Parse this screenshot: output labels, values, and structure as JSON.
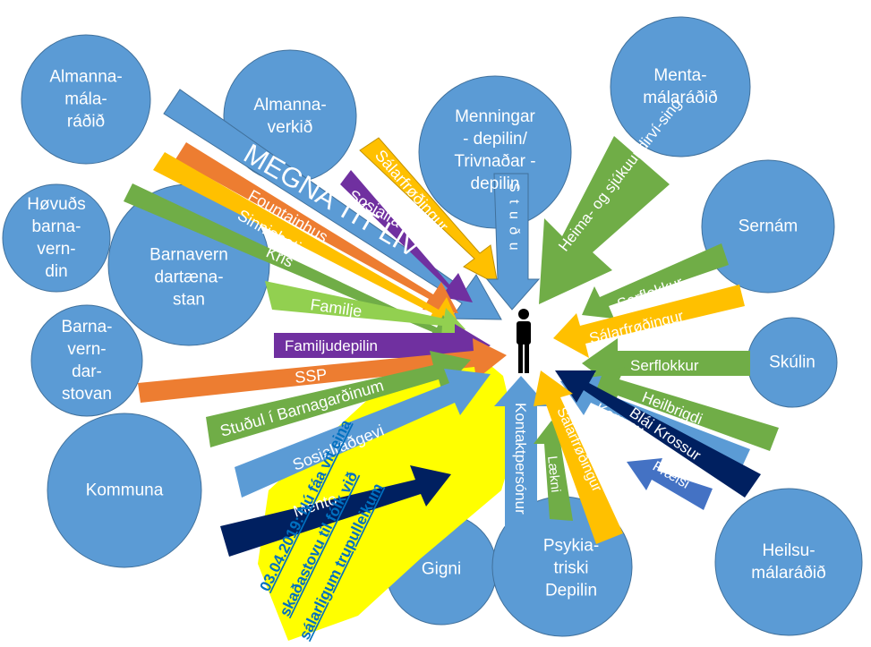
{
  "colors": {
    "circle": "#5b9bd5",
    "circle_border": "#41719c",
    "blue_arrow": "#5b9bd5",
    "orange_arrow": "#ed7d31",
    "gold_arrow": "#ffc000",
    "green_arrow": "#70ad47",
    "lightgreen_arrow": "#92d050",
    "purple_arrow": "#7030a0",
    "navy_arrow": "#002060",
    "mid_blue_arrow": "#4472c4",
    "yellow": "#ffff00",
    "note_text": "#0070c0"
  },
  "circles": [
    {
      "id": "almannamalaradid",
      "label": "Almanna-\nmála-\nráðið"
    },
    {
      "id": "almannaverkid",
      "label": "Almanna-\nverkið"
    },
    {
      "id": "menningardepilin",
      "label": "Menningar\n- depilin/\nTrivnaðar -\ndepilin"
    },
    {
      "id": "mentamalaradid",
      "label": "Menta-\nmálaráðið"
    },
    {
      "id": "sernam",
      "label": "Sernám"
    },
    {
      "id": "hovudsbarnaverndin",
      "label": "Høvuðs\nbarna-\nvern-\ndin"
    },
    {
      "id": "barnaverndartaenastan",
      "label": "Barnavern\ndartæna-\nstan"
    },
    {
      "id": "barnaverndarstovan",
      "label": "Barna-\nvern-\ndar-\nstovan"
    },
    {
      "id": "skulin",
      "label": "Skúlin"
    },
    {
      "id": "kommuna",
      "label": "Kommuna"
    },
    {
      "id": "gigni",
      "label": "Gigni"
    },
    {
      "id": "psykiatriski",
      "label": "Psykia-\ntriski\nDepilin"
    },
    {
      "id": "heilsumalaradid",
      "label": "Heilsu-\nmálaráðið"
    }
  ],
  "arrows": [
    {
      "id": "megna",
      "label": "MEGNA TÍT LÍV"
    },
    {
      "id": "salar-top",
      "label": "Sálarfrøðingur"
    },
    {
      "id": "sosial",
      "label": "Sosialrá"
    },
    {
      "id": "fountain",
      "label": "Fountainhus"
    },
    {
      "id": "sinnisbati",
      "label": "Sinnisbati"
    },
    {
      "id": "kris",
      "label": "Kris"
    },
    {
      "id": "familje",
      "label": "Familje"
    },
    {
      "id": "familjudepilin",
      "label": "Familjudepilin"
    },
    {
      "id": "ssp",
      "label": "SSP"
    },
    {
      "id": "studul",
      "label": "Stuðul í Barnagarðinum"
    },
    {
      "id": "sosialradgevi",
      "label": "Sosialráðgevi"
    },
    {
      "id": "mento",
      "label": "Mento"
    },
    {
      "id": "studul-vertical",
      "label": "S t u ð u"
    },
    {
      "id": "heima",
      "label": "Heima- og sjúkuundirví-sing"
    },
    {
      "id": "serflokkur-1",
      "label": "Serflokkur"
    },
    {
      "id": "salar-right",
      "label": "Sálarfrøðingur"
    },
    {
      "id": "serflokkur-2",
      "label": "Serflokkur"
    },
    {
      "id": "heilbrigdi",
      "label": "Heilbrigdi"
    },
    {
      "id": "kommunu",
      "label": "Kommu"
    },
    {
      "id": "blai-krossur",
      "label": "Blái Krossur"
    },
    {
      "id": "fraelsi",
      "label": "Frælsi"
    },
    {
      "id": "kontaktpersonur",
      "label": "Kontaktpersónur"
    },
    {
      "id": "laekni",
      "label": "Lækni"
    },
    {
      "id": "salar-bottom",
      "label": "Sálarfrøðingur"
    }
  ],
  "note": {
    "line1": "03.04.2019: Nú fáa vit eina",
    "line2": "skaðastovu til fólk við",
    "line3": "sálarligum trupulleikum"
  },
  "center_icon": "person-icon"
}
